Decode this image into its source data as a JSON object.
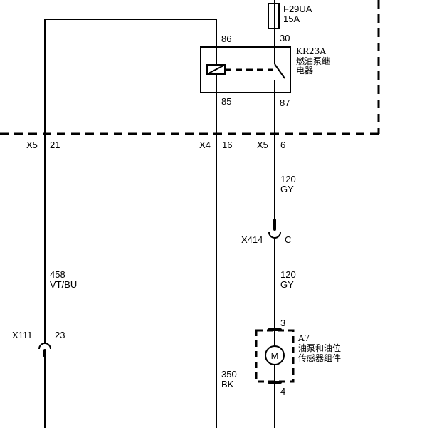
{
  "fuse": {
    "id": "F29UA",
    "rating": "15A",
    "pin": "30"
  },
  "relay": {
    "id": "KR23A",
    "name_line1": "燃油泵继",
    "name_line2": "电器",
    "pin_86": "86",
    "pin_85": "85",
    "pin_87": "87"
  },
  "connectors": {
    "x5_left": {
      "name": "X5",
      "pin": "21"
    },
    "x4": {
      "name": "X4",
      "pin": "16"
    },
    "x5_right": {
      "name": "X5",
      "pin": "6"
    },
    "x414": {
      "name": "X414",
      "pin": "C"
    },
    "x111": {
      "name": "X111",
      "pin": "23"
    }
  },
  "wires": {
    "w_120_gy_upper": {
      "gauge": "120",
      "color": "GY"
    },
    "w_120_gy_lower": {
      "gauge": "120",
      "color": "GY"
    },
    "w_458": {
      "gauge": "458",
      "color": "VT/BU"
    },
    "w_350": {
      "gauge": "350",
      "color": "BK"
    }
  },
  "pump": {
    "id": "A7",
    "name_line1": "油泵和油位",
    "name_line2": "传感器组件",
    "motor_symbol": "M",
    "pin_top": "3",
    "pin_bottom": "4"
  }
}
